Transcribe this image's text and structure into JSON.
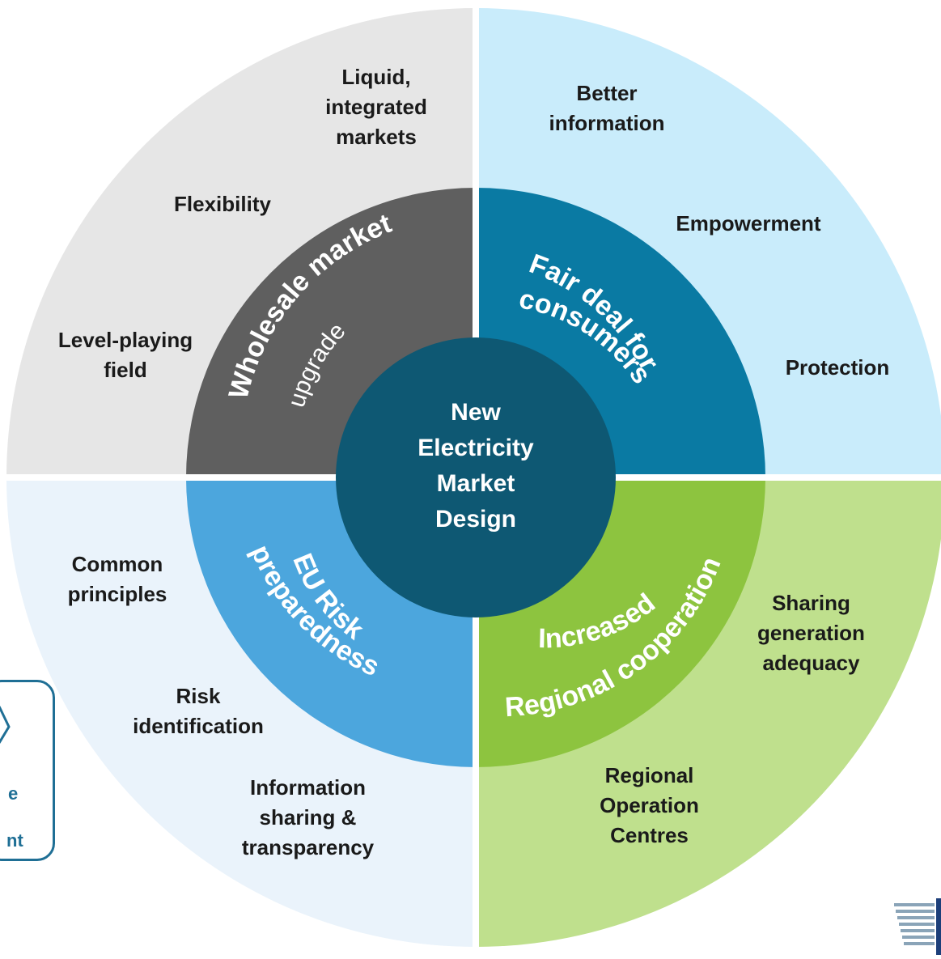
{
  "center": {
    "title": "New\nElectricity\nMarket\nDesign"
  },
  "quadrants": [
    {
      "id": "wholesale",
      "ring_title": "Wholesale market",
      "ring_subtitle": "upgrade",
      "outer_color": "#e6e6e6",
      "ring_color": "#5f5f5f",
      "items": [
        "Liquid,\nintegrated\nmarkets",
        "Flexibility",
        "Level-playing\nfield"
      ]
    },
    {
      "id": "consumers",
      "ring_title": "Fair deal for",
      "ring_subtitle": "consumers",
      "outer_color": "#c9ecfb",
      "ring_color": "#0a7aa3",
      "items": [
        "Better\ninformation",
        "Empowerment",
        "Protection"
      ]
    },
    {
      "id": "regional",
      "ring_title": "Increased",
      "ring_subtitle": "Regional cooperation",
      "outer_color": "#bfe08d",
      "ring_color": "#8dc43f",
      "items": [
        "Sharing\ngeneration\nadequacy",
        "Regional\nOperation\nCentres"
      ]
    },
    {
      "id": "risk",
      "ring_title": "EU Risk",
      "ring_subtitle": "preparedness",
      "outer_color": "#eaf3fb",
      "ring_color": "#4ca6dd",
      "items": [
        "Common\nprinciples",
        "Risk\nidentification",
        "Information\nsharing &\ntransparency"
      ]
    }
  ],
  "center_color": "#0e5873",
  "side_box": {
    "line1": "e",
    "line2": "nt"
  }
}
